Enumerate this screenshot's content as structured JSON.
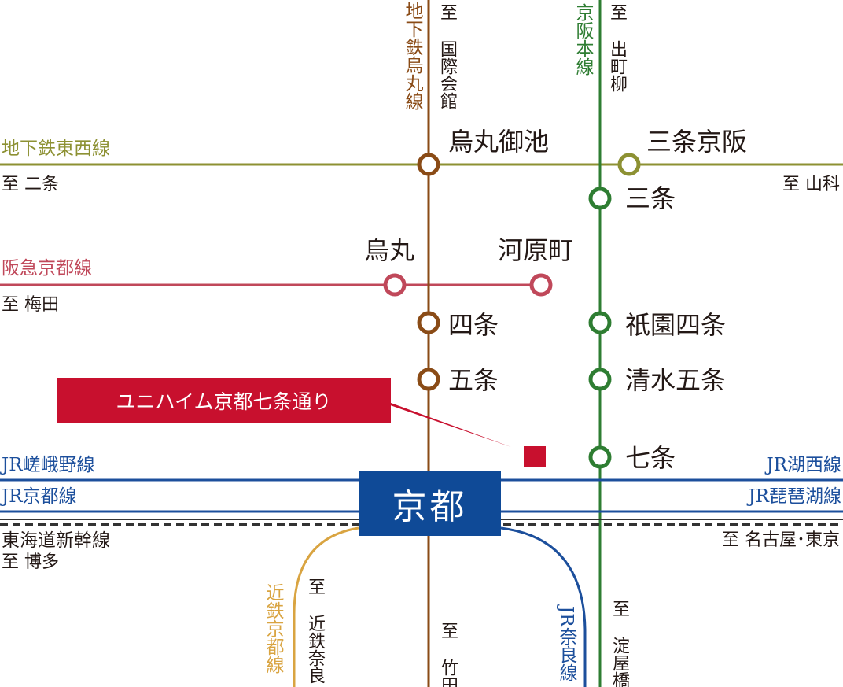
{
  "colors": {
    "karasuma_line": "#8a4b16",
    "keihan_line": "#2e7d32",
    "tozai_line": "#8d9133",
    "hankyu_line": "#c0485a",
    "jr_line": "#1c4f9c",
    "kintetsu_line": "#d9a441",
    "shinkansen": "#333333",
    "callout_red": "#c8102e",
    "kyoto_box_blue": "#0f4a97"
  },
  "lines": {
    "subway_karasuma": "地下鉄烏丸線",
    "keihan_main": "京阪本線",
    "subway_tozai": "地下鉄東西線",
    "hankyu_kyoto": "阪急京都線",
    "jr_sagano": "JR嵯峨野線",
    "jr_kyoto": "JR京都線",
    "jr_kosei": "JR湖西線",
    "jr_biwako": "JR琵琶湖線",
    "tokaido_shinkansen": "東海道新幹線",
    "kintetsu_kyoto": "近鉄京都線",
    "jr_nara": "JR奈良線"
  },
  "directions": {
    "to_kokusai_kaikan": "至 国際会館",
    "to_demachiyanagi": "至 出町柳",
    "to_nijo": "至 二条",
    "to_yamashina": "至 山科",
    "to_umeda": "至 梅田",
    "to_nagoya_tokyo": "至 名古屋･東京",
    "to_hakata": "至 博多",
    "to_kintetsu_nara": "至 近鉄奈良",
    "to_takeda": "至 竹田",
    "to_yodoyabashi": "至 淀屋橋"
  },
  "stations": {
    "karasuma_oike": "烏丸御池",
    "sanjo_keihan": "三条京阪",
    "sanjo": "三条",
    "karasuma": "烏丸",
    "kawaramachi": "河原町",
    "shijo": "四条",
    "gion_shijo": "祇園四条",
    "gojo": "五条",
    "kiyomizu_gojo": "清水五条",
    "shichijo": "七条",
    "kyoto": "京都"
  },
  "callout": {
    "label": "ユニハイム京都七条通り"
  }
}
